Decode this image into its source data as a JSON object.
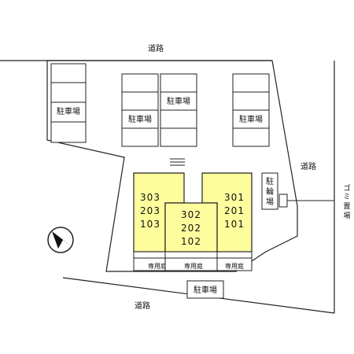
{
  "roads": {
    "top": "道路",
    "right": "道路",
    "bottom": "道路"
  },
  "parking": {
    "lot_label": "駐車場",
    "count": 5
  },
  "bicycle_parking": {
    "label": [
      "駐",
      "輪",
      "場"
    ]
  },
  "garbage": {
    "label": [
      "ゴ",
      "ミ",
      "置",
      "場"
    ]
  },
  "buildings": {
    "left": {
      "units": [
        "303",
        "203",
        "103"
      ]
    },
    "center": {
      "units": [
        "302",
        "202",
        "102"
      ]
    },
    "right": {
      "units": [
        "301",
        "201",
        "101"
      ]
    },
    "fill_color": "#fdfd9e"
  },
  "private_garden": {
    "label": "専用庭",
    "count": 3
  },
  "compass": {
    "icon": "north-arrow-icon"
  }
}
